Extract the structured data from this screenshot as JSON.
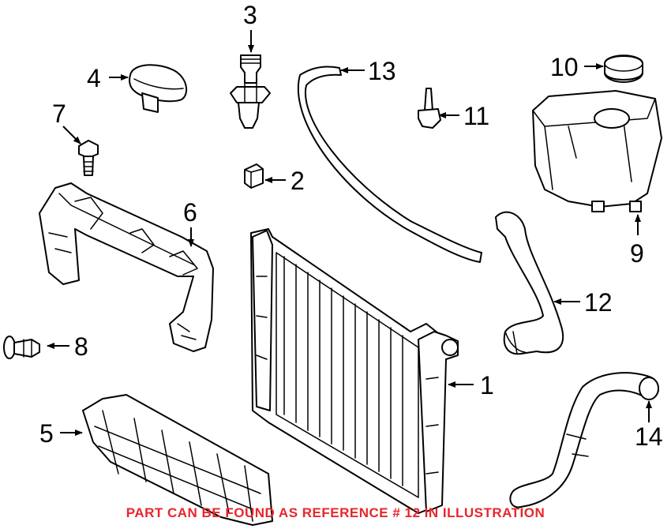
{
  "callouts": {
    "c1": "1",
    "c2": "2",
    "c3": "3",
    "c4": "4",
    "c5": "5",
    "c6": "6",
    "c7": "7",
    "c8": "8",
    "c9": "9",
    "c10": "10",
    "c11": "11",
    "c12": "12",
    "c13": "13",
    "c14": "14"
  },
  "footer_note": "PART CAN BE FOUND AS REFERENCE # 12 IN ILLUSTRATION",
  "colors": {
    "footer_text": "#e8262b",
    "line_art": "#000000",
    "background": "#ffffff"
  }
}
